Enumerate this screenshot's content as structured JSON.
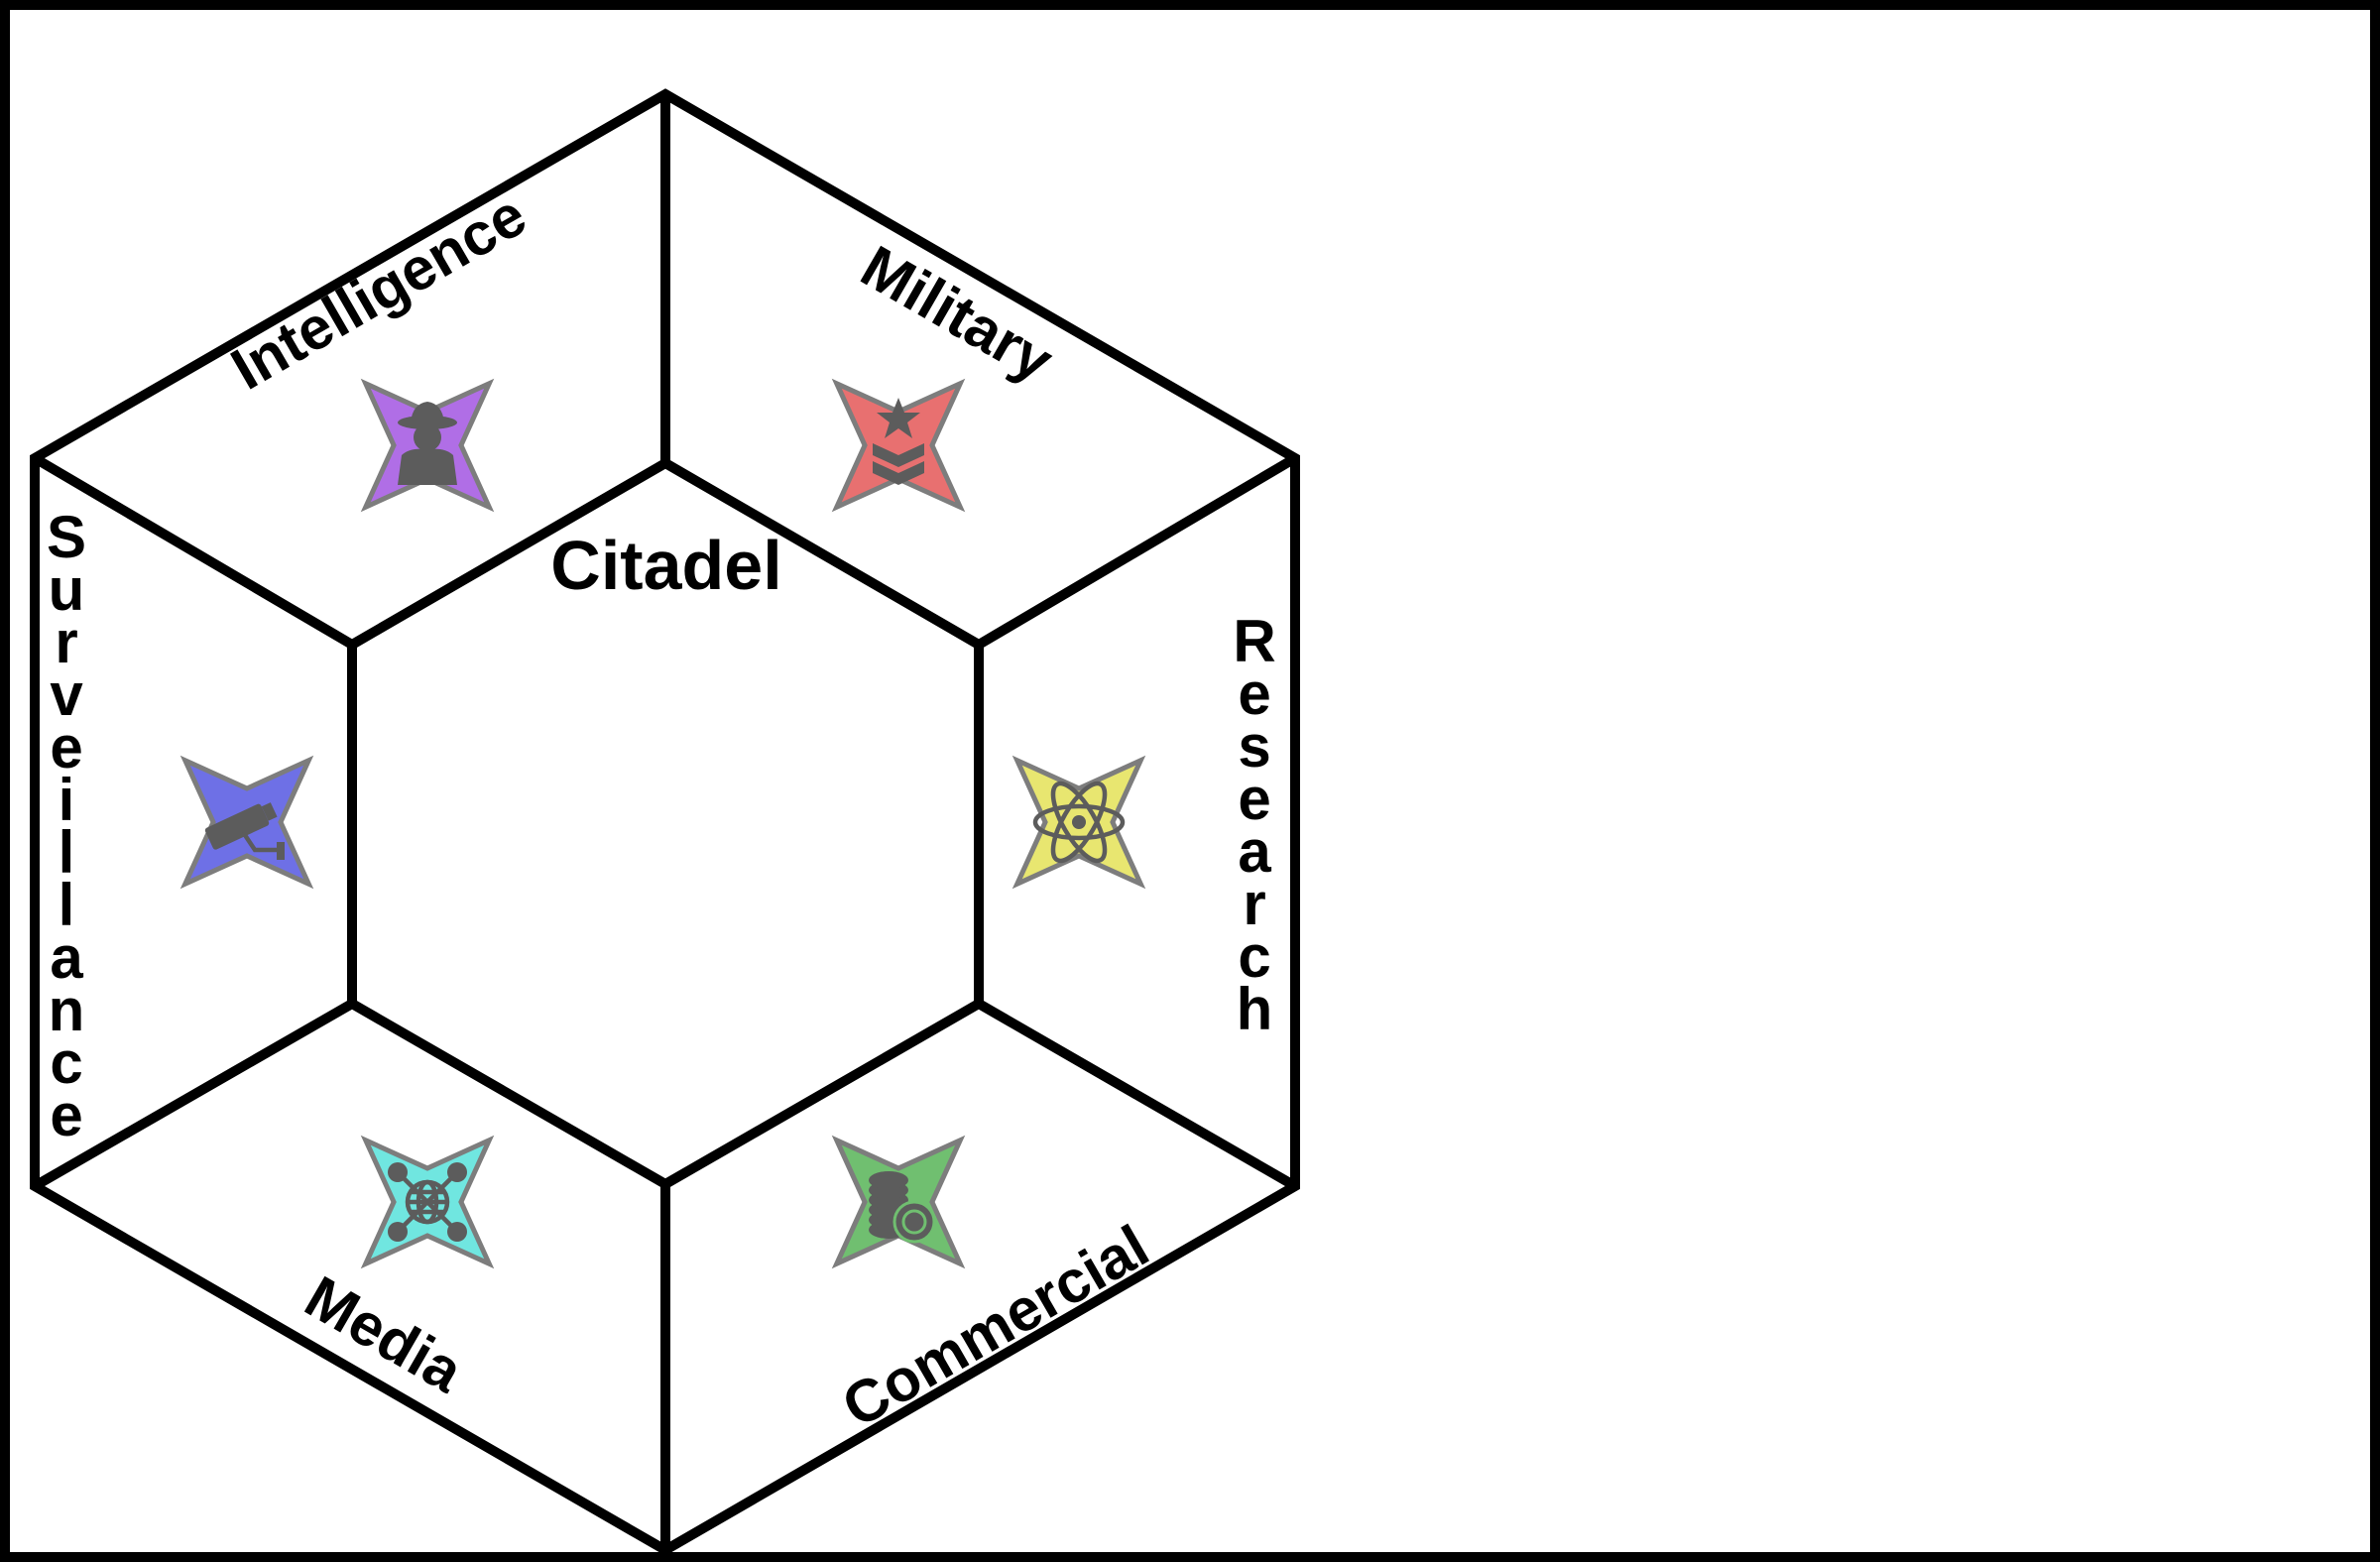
{
  "center": {
    "label": "Citadel"
  },
  "sectors": [
    {
      "id": "intelligence",
      "label": "Intelligence",
      "color": "#b06ee6",
      "icon": "spy-icon"
    },
    {
      "id": "military",
      "label": "Military",
      "color": "#e87070",
      "icon": "military-rank-icon"
    },
    {
      "id": "research",
      "label": "Research",
      "color": "#e8e670",
      "icon": "atom-icon"
    },
    {
      "id": "commercial",
      "label": "Commercial",
      "color": "#70bf70",
      "icon": "coins-icon"
    },
    {
      "id": "media",
      "label": "Media",
      "color": "#70e6e0",
      "icon": "network-globe-icon"
    },
    {
      "id": "surveillance",
      "label": "Surveillance",
      "color": "#6e70e6",
      "icon": "security-camera-icon"
    }
  ]
}
